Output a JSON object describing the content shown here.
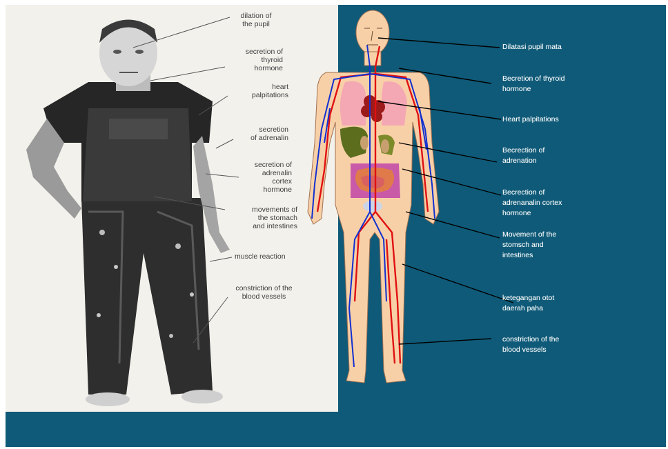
{
  "colors": {
    "background": "#0f5a78",
    "photo_panel": "#f3f1ec",
    "skin": "#f8d0a8",
    "artery": "#e01010",
    "vein": "#1030d0",
    "left_label_text": "#3d3d3d",
    "right_label_text": "#ffffff"
  },
  "left_labels": [
    {
      "id": "pupil",
      "text": "dilation of\nthe pupil"
    },
    {
      "id": "thyroid",
      "text": "secretion of\nthyroid\nhormone"
    },
    {
      "id": "heart",
      "text": "heart\npalpitations"
    },
    {
      "id": "adrenalin",
      "text": "secretion\nof adrenalin"
    },
    {
      "id": "cortex",
      "text": "secretion of\nadrenalin\ncortex\nhormone"
    },
    {
      "id": "stomach",
      "text": "movements of\nthe stomach\nand intestines"
    },
    {
      "id": "muscle",
      "text": "muscle reaction"
    },
    {
      "id": "vessels",
      "text": "constriction of the\nblood vessels"
    }
  ],
  "right_labels": [
    {
      "id": "pupil",
      "text": "Dilatasi pupil mata"
    },
    {
      "id": "thyroid",
      "text": "Becretion of thyroid\nhormone"
    },
    {
      "id": "heart",
      "text": "Heart palpitations"
    },
    {
      "id": "adrenation",
      "text": "Becrection of\nadrenation"
    },
    {
      "id": "cortex",
      "text": "Becrection of\nadrenanalin cortex\nhormone"
    },
    {
      "id": "stomach",
      "text": "Movement of the\nstomsch and\nintestines"
    },
    {
      "id": "thigh",
      "text": " ketegangan otot\ndaerah  paha"
    },
    {
      "id": "vessels",
      "text": "constriction of the\nblood vessels"
    }
  ]
}
